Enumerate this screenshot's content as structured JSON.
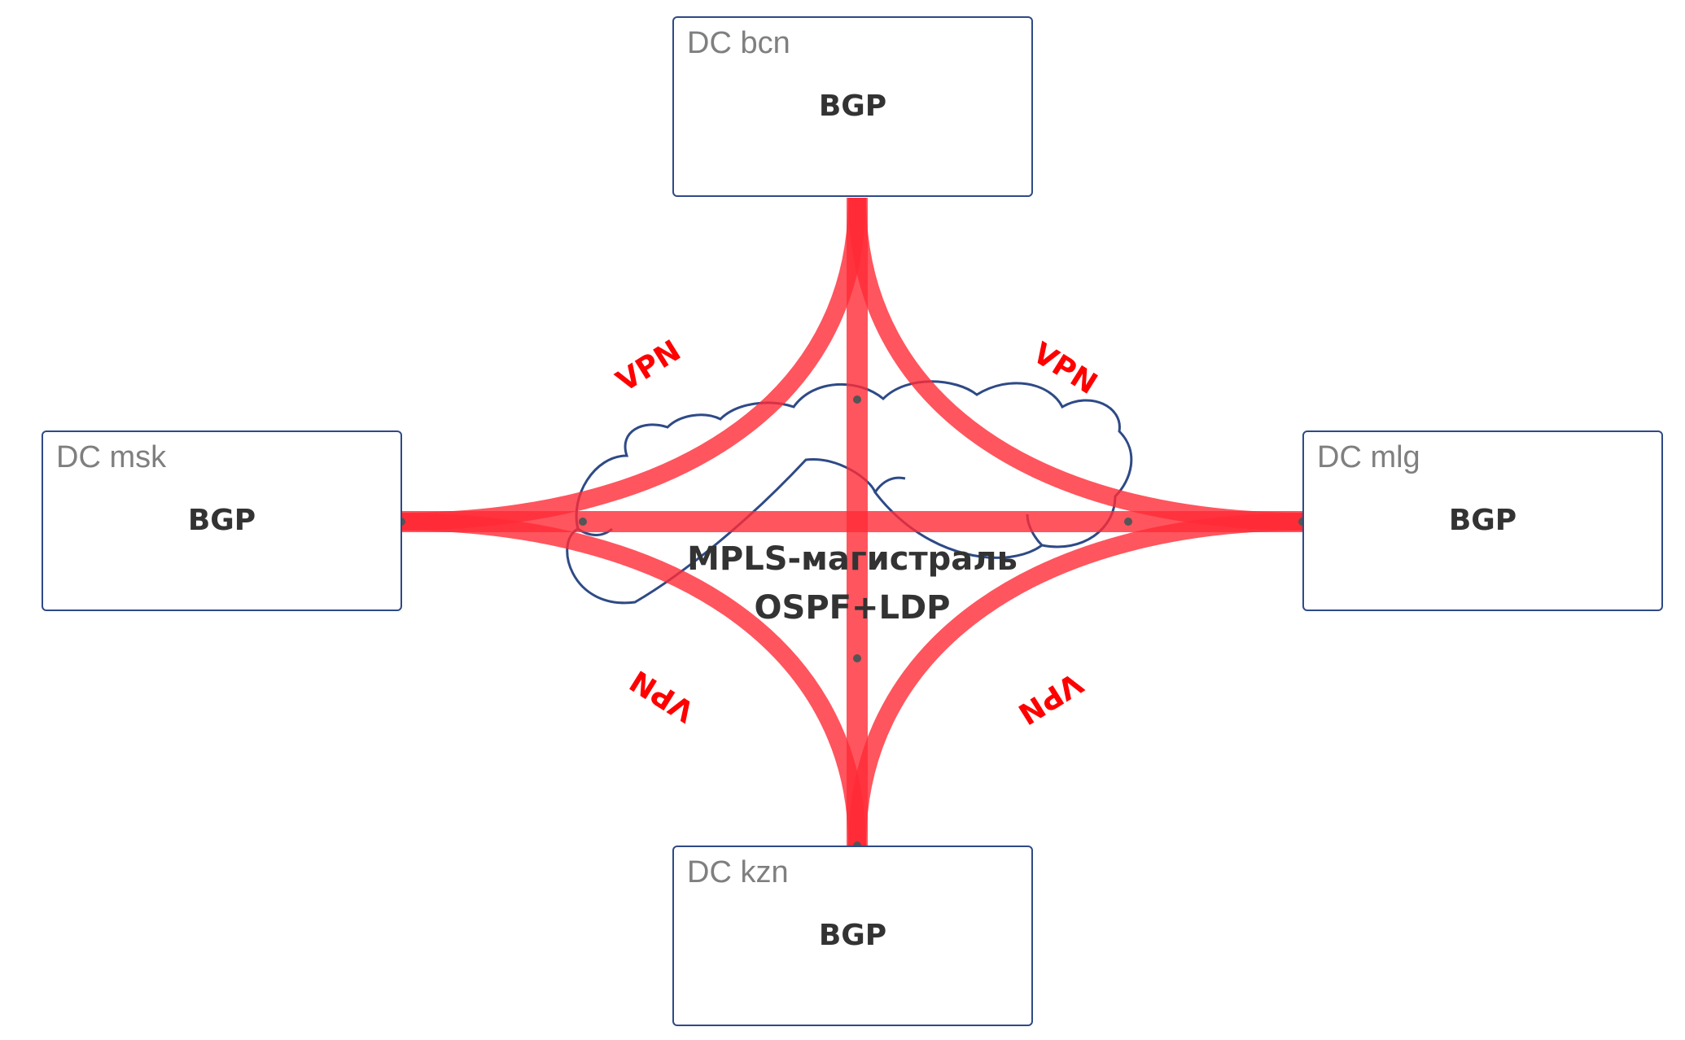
{
  "datacenters": [
    {
      "id": "bcn",
      "name": "DC bcn",
      "protocol": "BGP"
    },
    {
      "id": "msk",
      "name": "DC msk",
      "protocol": "BGP"
    },
    {
      "id": "mlg",
      "name": "DC mlg",
      "protocol": "BGP"
    },
    {
      "id": "kzn",
      "name": "DC kzn",
      "protocol": "BGP"
    }
  ],
  "backbone": {
    "line1": "MPLS-магистраль",
    "line2": "OSPF+LDP"
  },
  "vpn_labels": [
    "VPN",
    "VPN",
    "VPN",
    "VPN"
  ],
  "colors": {
    "link": "#ff2a36",
    "vpn_text": "#ff0000",
    "cloud": "#2e4a86",
    "box_border": "#2e4a86",
    "dc_name": "#7f7f7f",
    "label": "#333333"
  }
}
